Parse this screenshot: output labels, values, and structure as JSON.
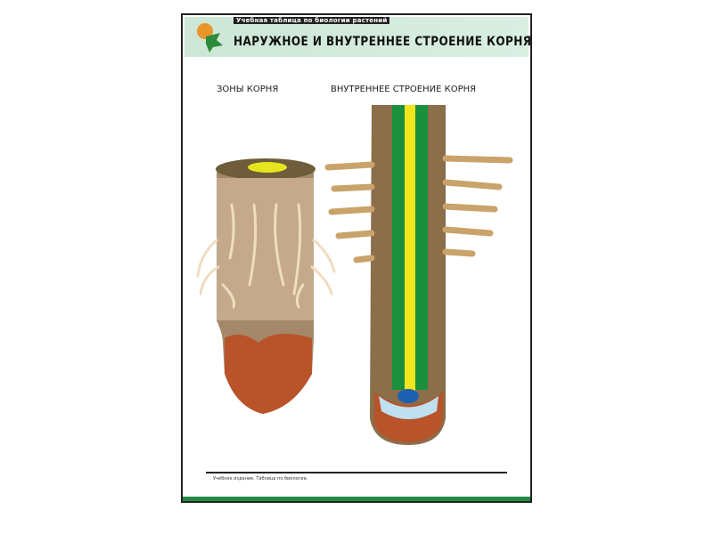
{
  "poster": {
    "subtitle": "Учебная таблица по биологии растений",
    "title": "Наружное и внутреннее строение корня",
    "left_label": "Зоны корня",
    "right_label": "Внутреннее строение корня",
    "footer_text": "Учебное издание. Таблица по биологии."
  },
  "colors": {
    "header_bg": "#cde6d6",
    "accent_green": "#1f8a45",
    "root_brown": "#a5886a",
    "cap_orange": "#b8532a",
    "stele_yellow": "#f2e51e",
    "stele_green": "#1a8f3c"
  }
}
